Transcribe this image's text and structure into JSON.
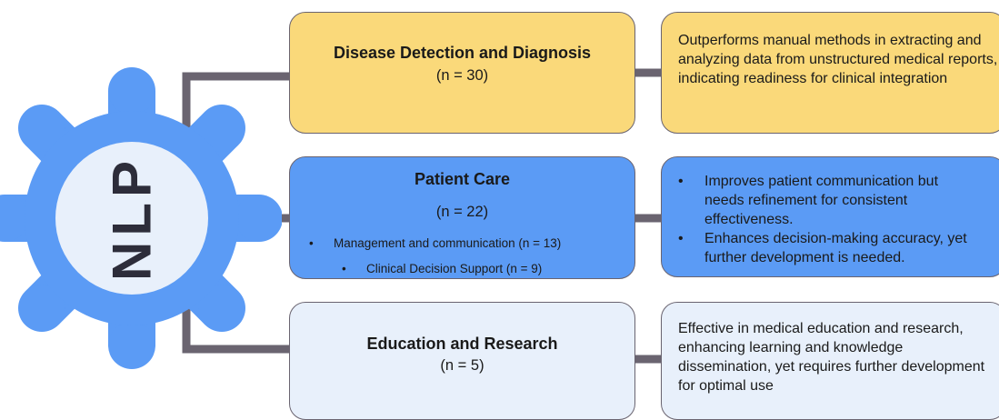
{
  "hub": {
    "label": "NLP",
    "gear_color": "#5b9bf5",
    "core_color": "#e8f0fb",
    "label_color": "#2d2d3a"
  },
  "connector_color": "#6a6470",
  "categories": [
    {
      "title": "Disease Detection and Diagnosis",
      "count": "(n = 30)",
      "color": "#fad97a",
      "description": "Outperforms manual methods in extracting and analyzing data from unstructured medical reports, indicating readiness for clinical integration"
    },
    {
      "title": "Patient Care",
      "count": "(n = 22)",
      "color": "#5b9bf5",
      "subitems": [
        "Management and communication (n = 13)",
        "Clinical Decision Support (n = 9)"
      ],
      "description_points": [
        "Improves patient communication but\nneeds refinement for consistent\neffectiveness.",
        "Enhances decision-making accuracy, yet\nfurther development is needed."
      ]
    },
    {
      "title": "Education and Research",
      "count": "(n = 5)",
      "color": "#e8f0fb",
      "description": "Effective in medical education and research, enhancing learning and knowledge dissemination, yet requires further development for optimal use"
    }
  ]
}
